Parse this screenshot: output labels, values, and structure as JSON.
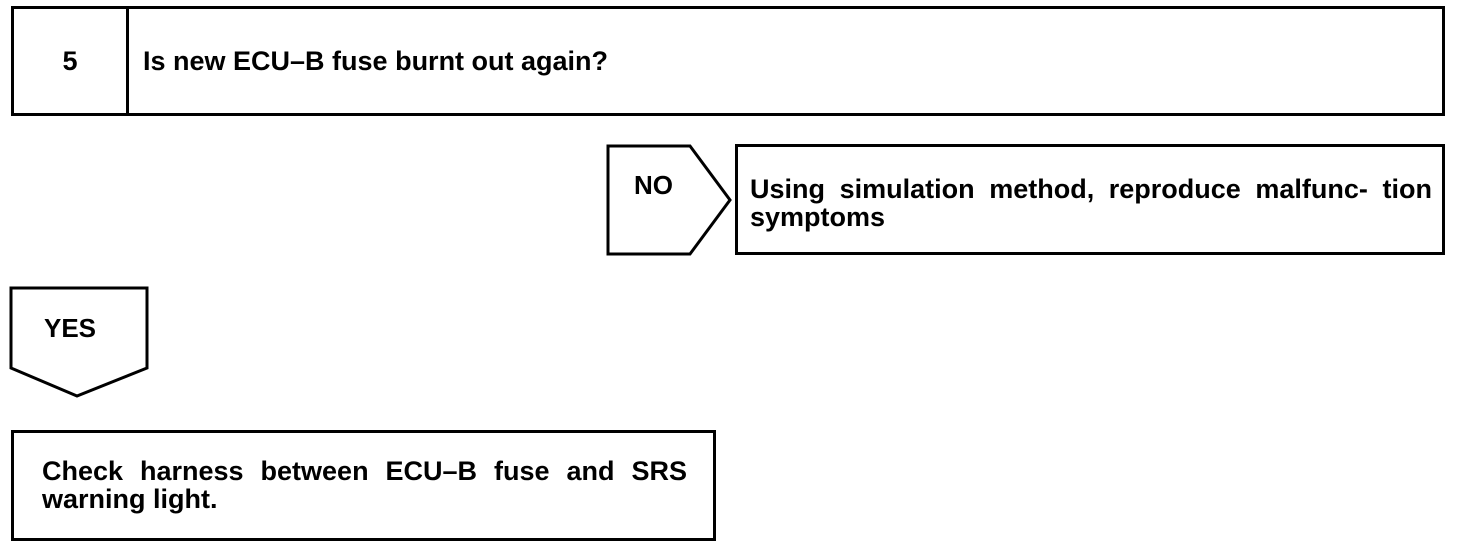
{
  "step": {
    "number": "5",
    "question": "Is new ECU–B fuse burnt out again?"
  },
  "no_branch": {
    "label": "NO",
    "result": "Using simulation method, reproduce malfunc- tion symptoms"
  },
  "yes_branch": {
    "label": "YES",
    "result": "Check harness between ECU–B fuse and SRS warning light."
  }
}
